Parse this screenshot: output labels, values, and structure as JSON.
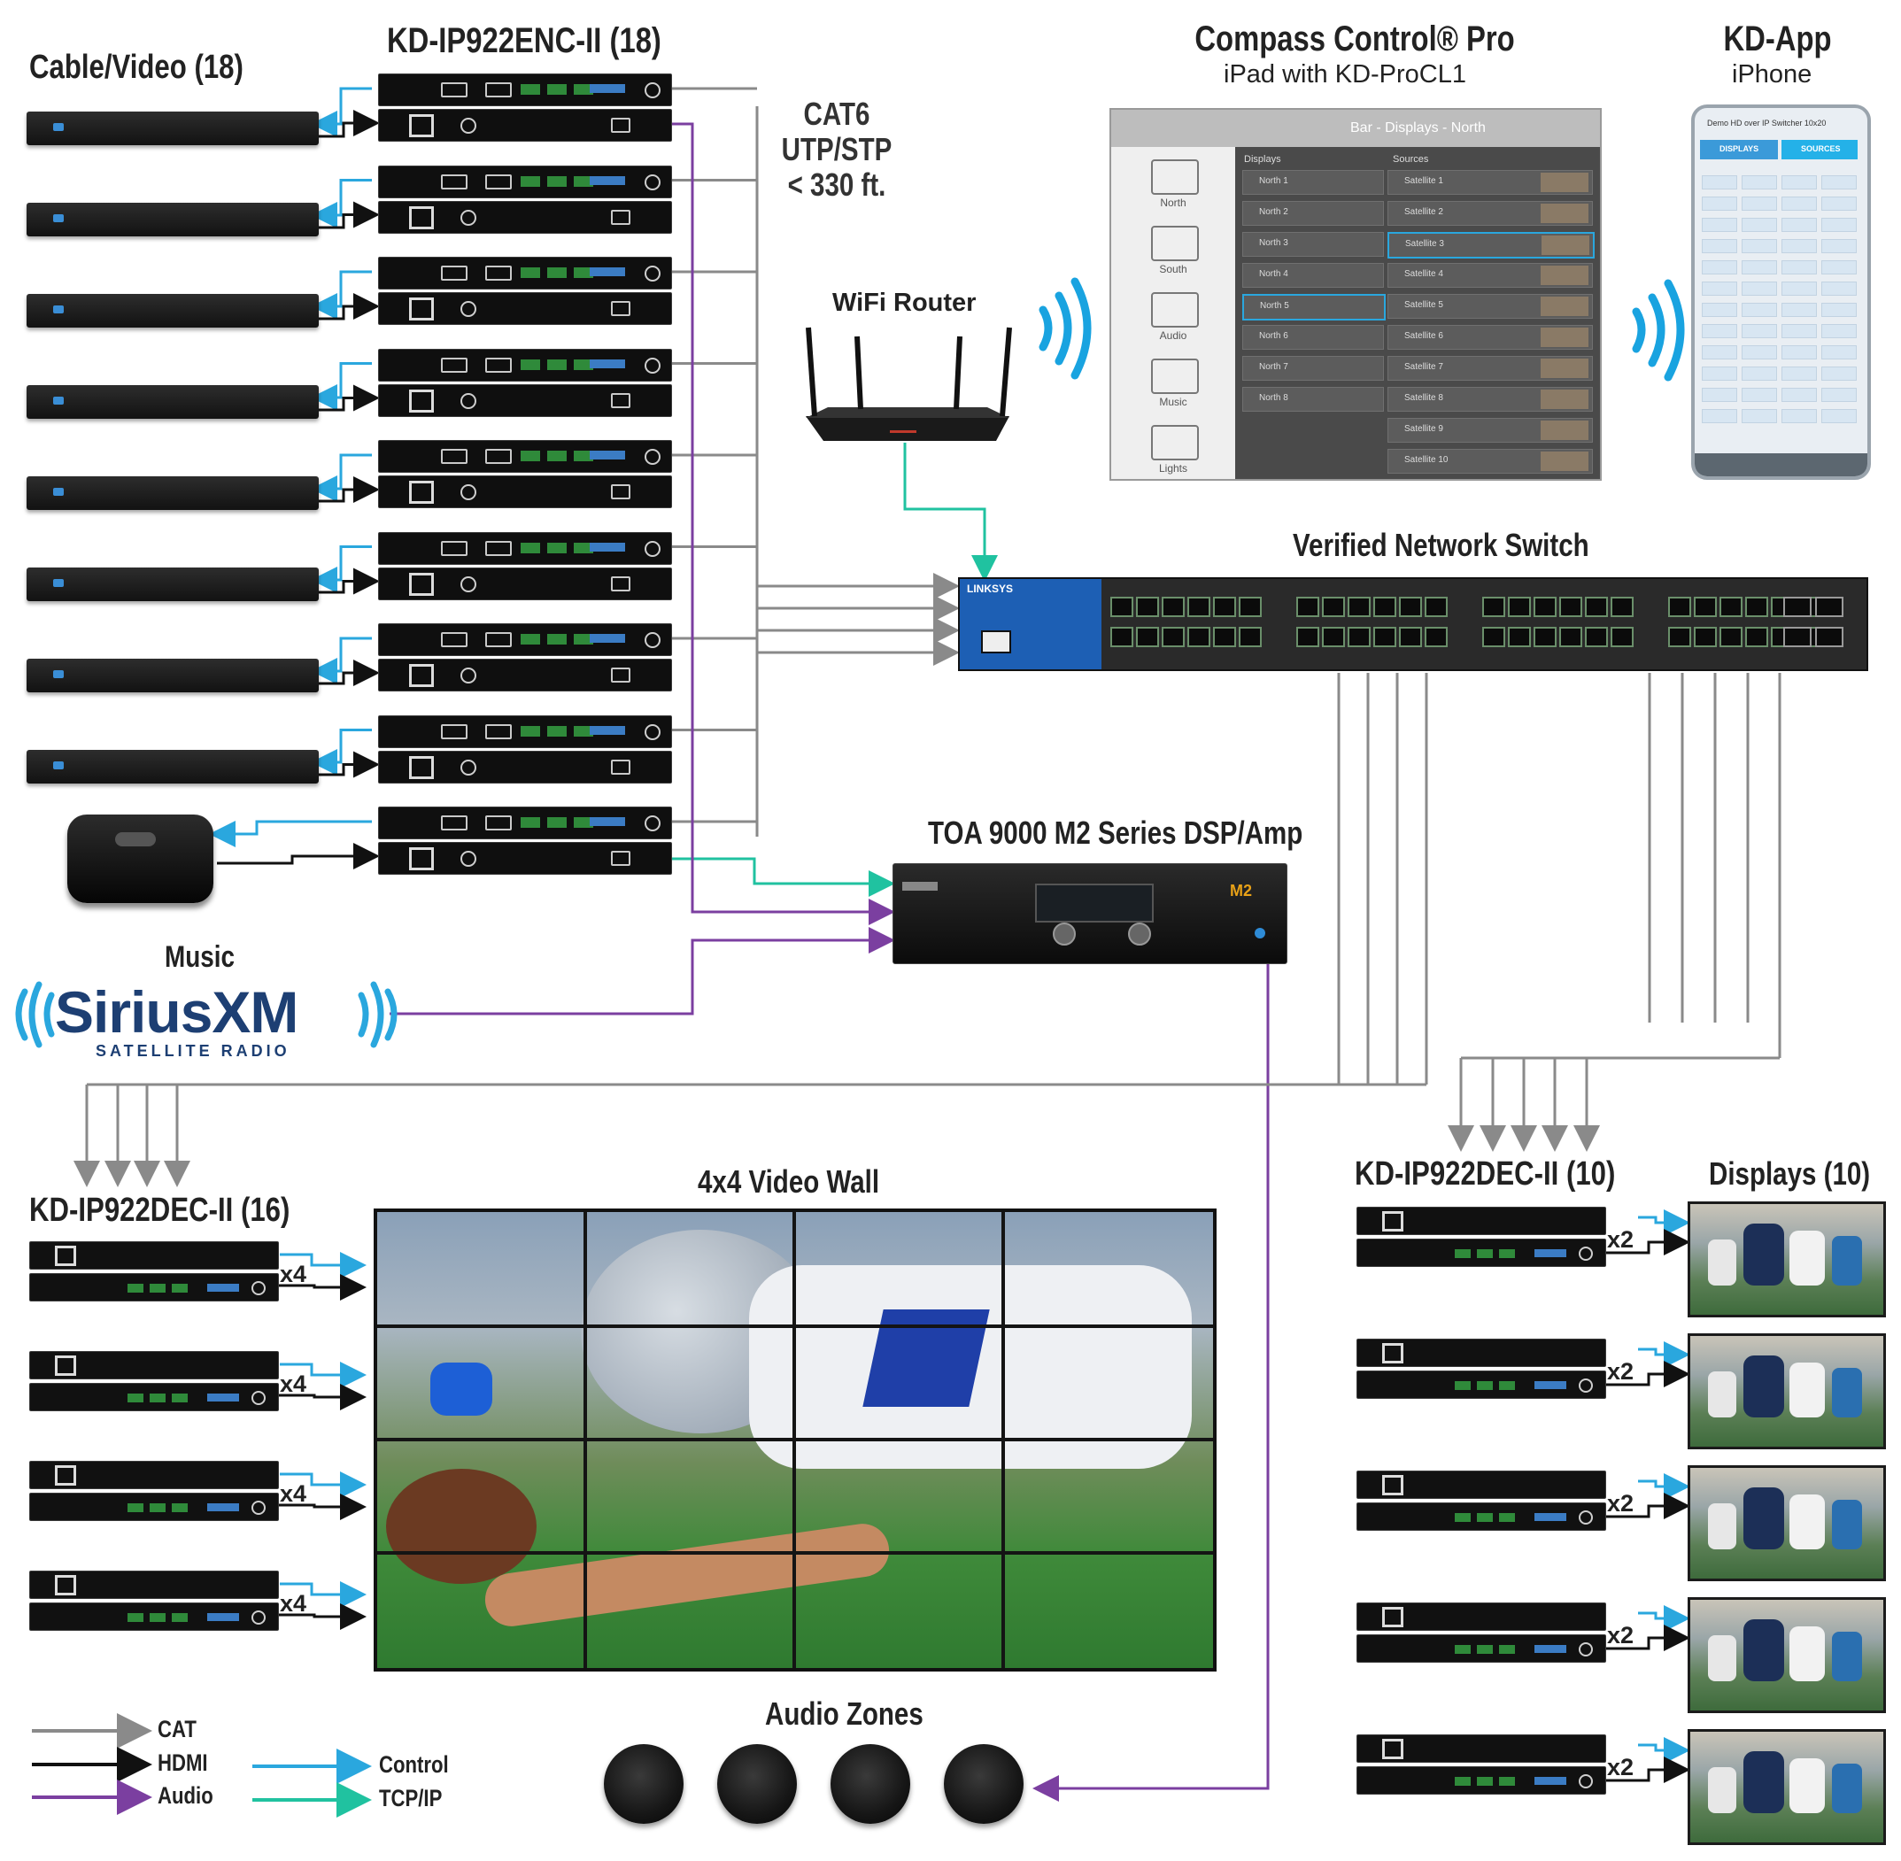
{
  "labels": {
    "cable_video": "Cable/Video (18)",
    "encoders": "KD-IP922ENC-II (18)",
    "cat6_line1": "CAT6",
    "cat6_line2": "UTP/STP",
    "cat6_line3": "< 330 ft.",
    "wifi_router": "WiFi Router",
    "compass_title": "Compass Control® Pro",
    "compass_sub": "iPad with KD-ProCL1",
    "kdapp_title": "KD-App",
    "kdapp_sub": "iPhone",
    "network_switch": "Verified Network Switch",
    "toa_amp": "TOA 9000 M2 Series DSP/Amp",
    "music": "Music",
    "siriusxm": "SiriusXM",
    "siriusxm_sub": "SATELLITE RADIO",
    "decoders_left": "KD-IP922DEC-II (16)",
    "video_wall": "4x4 Video Wall",
    "decoders_right": "KD-IP922DEC-II (10)",
    "displays": "Displays (10)",
    "audio_zones": "Audio Zones",
    "x4": "x4",
    "x2": "x2"
  },
  "legend": [
    {
      "label": "CAT",
      "color": "#8a8a8a"
    },
    {
      "label": "HDMI",
      "color": "#111111"
    },
    {
      "label": "Audio",
      "color": "#7b3fa0"
    },
    {
      "label": "Control",
      "color": "#2aa7de"
    },
    {
      "label": "TCP/IP",
      "color": "#20c2a0"
    }
  ],
  "ipad": {
    "header": "Bar - Displays - North",
    "col_displays": "Displays",
    "col_sources": "Sources",
    "sidebar": [
      "North",
      "South",
      "Audio",
      "Music",
      "Lights"
    ],
    "displays": [
      "North 1",
      "North 2",
      "North 3",
      "North 4",
      "North 5",
      "North 6",
      "North 7",
      "North 8"
    ],
    "sources": [
      "Satellite 1",
      "Satellite 2",
      "Satellite 3",
      "Satellite 4",
      "Satellite 5",
      "Satellite 6",
      "Satellite 7",
      "Satellite 8",
      "Satellite 9",
      "Satellite 10"
    ]
  },
  "iphone": {
    "title": "Demo HD over IP Switcher 10x20",
    "tab_displays": "DISPLAYS",
    "tab_sources": "SOURCES"
  },
  "switch_brand": "LINKSYS",
  "amp_badge": "M2",
  "colors": {
    "cat": "#8a8a8a",
    "hdmi": "#111111",
    "audio": "#7b3fa0",
    "control": "#2aa7de",
    "tcpip": "#20c2a0",
    "wifi": "#19a3e0"
  }
}
